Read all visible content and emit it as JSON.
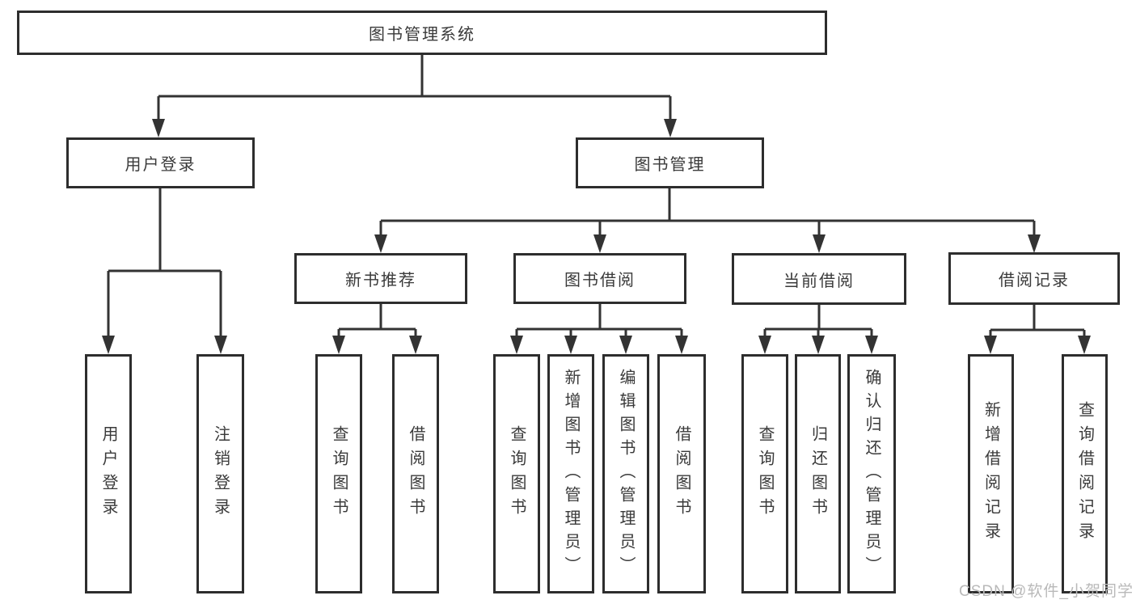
{
  "diagram": {
    "root": {
      "label": "图书管理系统"
    },
    "branches": [
      {
        "label": "用户登录",
        "children": [
          {
            "label": "用户登录"
          },
          {
            "label": "注销登录"
          }
        ]
      },
      {
        "label": "图书管理",
        "children": [
          {
            "label": "新书推荐",
            "children": [
              {
                "label": "查询图书"
              },
              {
                "label": "借阅图书"
              }
            ]
          },
          {
            "label": "图书借阅",
            "children": [
              {
                "label": "查询图书"
              },
              {
                "label": "新增图书（管理员）"
              },
              {
                "label": "编辑图书（管理员）"
              },
              {
                "label": "借阅图书"
              }
            ]
          },
          {
            "label": "当前借阅",
            "children": [
              {
                "label": "查询图书"
              },
              {
                "label": "归还图书"
              },
              {
                "label": "确认归还（管理员）"
              }
            ]
          },
          {
            "label": "借阅记录",
            "children": [
              {
                "label": "新增借阅记录"
              },
              {
                "label": "查询借阅记录"
              }
            ]
          }
        ]
      }
    ]
  },
  "watermark": {
    "text": "CSDN @软件_小贺同学"
  },
  "colors": {
    "line": "#333333",
    "box_border": "#2d2d2d",
    "text": "#3a3a3a",
    "watermark": "#b9b9b9",
    "background": "#ffffff"
  }
}
